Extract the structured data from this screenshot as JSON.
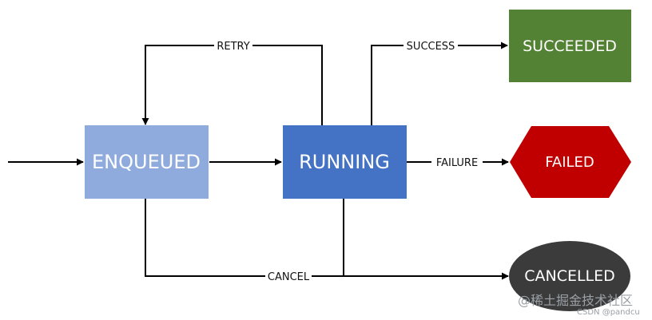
{
  "nodes": {
    "enqueued": {
      "label": "ENQUEUED",
      "color": "#8faadc"
    },
    "running": {
      "label": "RUNNING",
      "color": "#4472c4"
    },
    "succeeded": {
      "label": "SUCCEEDED",
      "color": "#548235"
    },
    "failed": {
      "label": "FAILED",
      "color": "#c00000"
    },
    "cancelled": {
      "label": "CANCELLED",
      "color": "#3b3b3b"
    }
  },
  "edges": {
    "retry": {
      "label": "RETRY"
    },
    "success": {
      "label": "SUCCESS"
    },
    "failure": {
      "label": "FAILURE"
    },
    "cancel": {
      "label": "CANCEL"
    }
  },
  "watermark": {
    "line1": "@稀土掘金技术社区",
    "line2": "CSDN @pandcu"
  }
}
